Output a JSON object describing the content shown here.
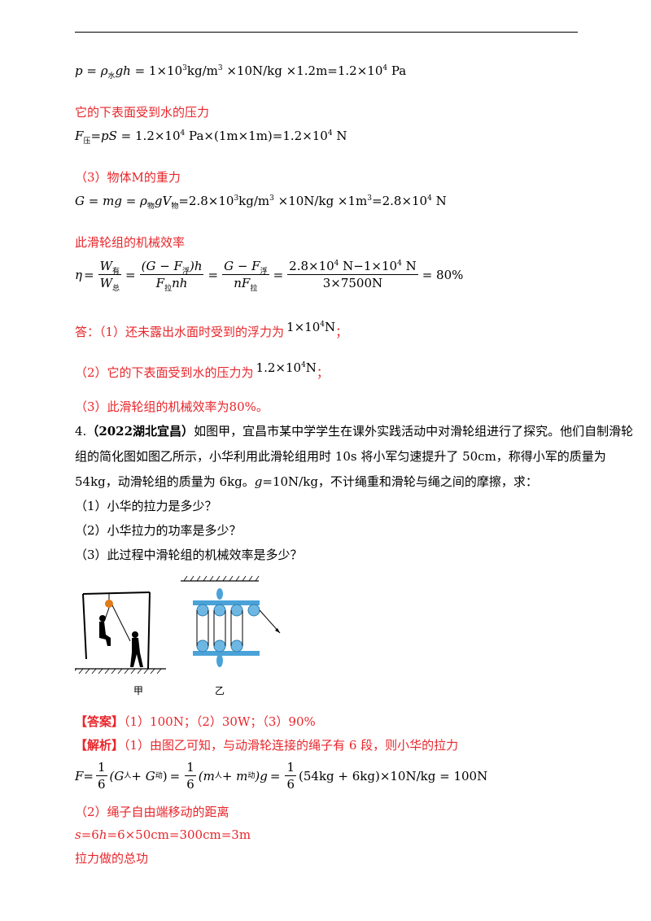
{
  "p1_eq": {
    "l1": "p = ",
    "l2": "gh",
    "l3": " = 1×10",
    "l4": "kg/m",
    "l5": " ×10N/kg ×1.2m=1.2×10",
    "l6": " Pa",
    "p": "p",
    "rho": "ρ",
    "rho_sub": "水",
    "sup3": "3",
    "sup3b": "3",
    "sup4": "4"
  },
  "t_lower_surface": "它的下表面受到水的压力",
  "f_eq": {
    "F": "F",
    "sub": "压",
    "a": "=",
    "pS": "pS",
    "b": " = 1.2×10",
    "sup4": "4",
    "c": " Pa×(1m×1m)=1.2×10",
    "sup4b": "4",
    "d": " N"
  },
  "t_step3": "（3）物体M的重力",
  "g_eq": {
    "a": "G",
    "b": " = ",
    "c": "mg",
    "d": " = ",
    "rho": "ρ",
    "rho_sub": "物",
    "e": "g",
    "f": "V",
    "v_sub": "物",
    "g": "=2.8×10",
    "sup3": "3",
    "h": "kg/m",
    "sup3b": "3",
    "i": " ×10N/kg ×1m",
    "sup3c": "3",
    "j": "=2.8×10",
    "sup4": "4",
    "k": " N"
  },
  "t_efficiency": "此滑轮组的机械效率",
  "eta_eq": {
    "eta": "η",
    "eq": "=",
    "f1_num": "W",
    "f1_num_sub": "有",
    "f1_den": "W",
    "f1_den_sub": "总",
    "f2_num_a": "(G − F",
    "f2_num_sub": "浮",
    "f2_num_b": ")h",
    "f2_den_a": "F",
    "f2_den_sub": "拉",
    "f2_den_b": "nh",
    "f3_num_a": "G − F",
    "f3_num_sub": "浮",
    "f3_den_a": "nF",
    "f3_den_sub": "拉",
    "f4_num_a": "2.8×10",
    "f4_num_sup": "4",
    "f4_num_b": " N−1×10",
    "f4_num_sup2": "4",
    "f4_num_c": " N",
    "f4_den": "3×7500N",
    "result": "= 80%"
  },
  "ans1": {
    "a": "答：（1）还未露出水面时受到的浮力为",
    "v": "1×10",
    "sup": "4",
    "u": "N",
    "end": "；"
  },
  "ans2": {
    "a": "（2）它的下表面受到水的压力为",
    "v": "1.2×10",
    "sup": "4",
    "u": "N",
    "end": "；"
  },
  "ans3": "（3）此滑轮组的机械效率为80%。",
  "q4": {
    "num": "4.",
    "tag": "（2022湖北宜昌）",
    "l1": "如图甲，宜昌市某中学学生在课外实践活动中对滑轮组进行了探究。他们自制滑轮",
    "l2": "组的简化图如图乙所示，小华利用此滑轮组用时 10s 将小军匀速提升了 50cm，称得小军的质量为",
    "l3a": "54kg，动滑轮组的质量为 6kg。",
    "l3g": "g",
    "l3b": "=10N/kg，不计绳重和滑轮与绳之间的摩擦，求：",
    "sub1": "（1）小华的拉力是多少？",
    "sub2": "（2）小华拉力的功率是多少？",
    "sub3": "（3）此过程中滑轮组的机械效率是多少？"
  },
  "fig": {
    "jia": "甲",
    "yi": "乙"
  },
  "answer_line": {
    "tag": "【答案】",
    "text": "（1）100N；（2）30W；（3）90%"
  },
  "analysis_line": {
    "tag": "【解析】",
    "text": "（1）由图乙可知，与动滑轮连接的绳子有 6 段，则小华的拉力"
  },
  "f_pull": {
    "F": "F",
    "eq": " = ",
    "one": "1",
    "six": "6",
    "a": "(G",
    "a_sub": "人",
    "b": " + G",
    "b_sub": "动",
    "c": ")",
    "d": "(m",
    "d_sub": "人",
    "e": " + m",
    "e_sub": "动",
    "f": ")g",
    "g": "(54kg + 6kg)×10N/kg = 100N"
  },
  "t_rope": "（2）绳子自由端移动的距离",
  "s_eq": {
    "s": "s",
    "a": "=6",
    "h": "h",
    "b": "=6×50cm=300cm=3m"
  },
  "t_work": "拉力做的总功"
}
